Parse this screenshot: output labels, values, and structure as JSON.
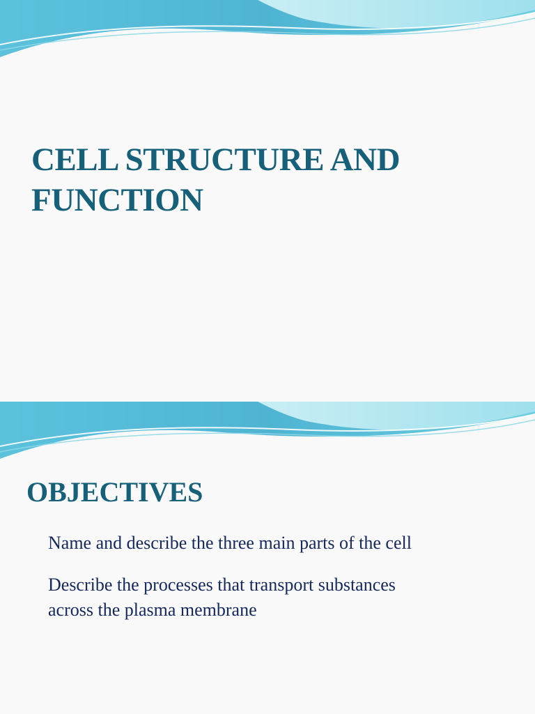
{
  "slides": [
    {
      "title_lines": [
        "CELL STRUCTURE AND",
        "FUNCTION"
      ]
    },
    {
      "title": "OBJECTIVES",
      "objectives": [
        {
          "lines": [
            "Name and describe the three main parts of the cell"
          ]
        },
        {
          "lines": [
            "Describe the processes that transport substances",
            "across  the plasma membrane"
          ]
        }
      ]
    }
  ],
  "theme": {
    "title_color": "#17607a",
    "body_color": "#14285e",
    "wave_dark": "#4cb6d4",
    "wave_light": "#a8e4ee",
    "background": "#f9f9f9"
  }
}
